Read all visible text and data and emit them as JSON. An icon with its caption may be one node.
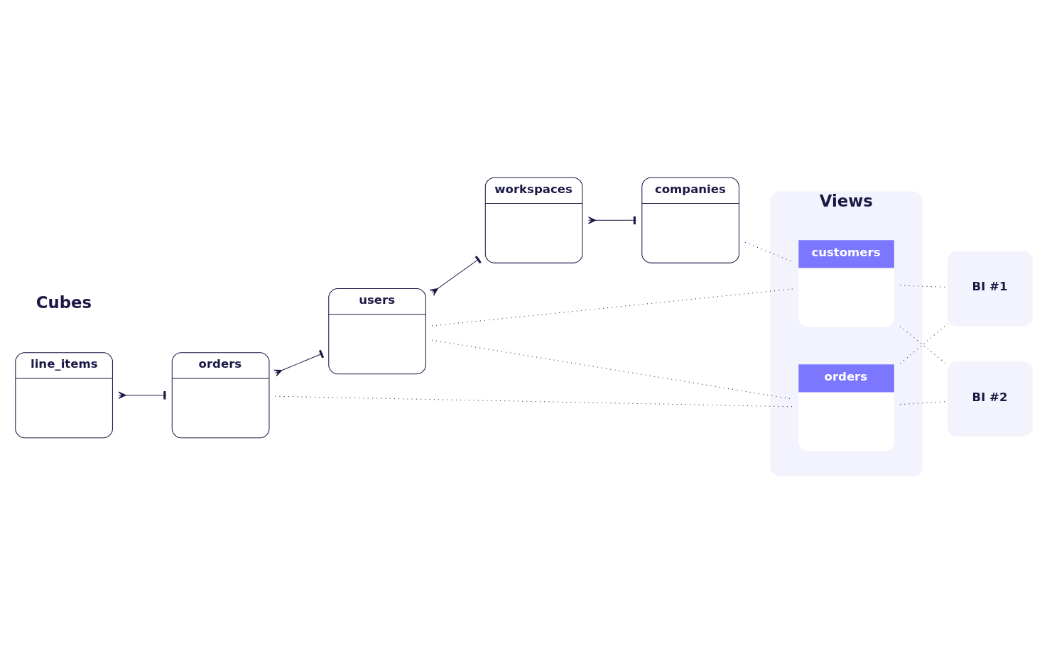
{
  "diagram": {
    "nodes": [
      {
        "text": [
          "orders"
        ]
      },
      {
        "text": [
          "line_items"
        ]
      },
      {
        "text": [
          "users"
        ]
      },
      {
        "text": [
          "workspaces"
        ]
      },
      {
        "text": [
          "companies"
        ]
      },
      {
        "text": [
          "Views"
        ]
      },
      {
        "text": [
          "customers"
        ],
        "in": 5
      },
      {
        "text": [
          "orders"
        ],
        "in": 5
      },
      {
        "text": [
          "BI #1"
        ]
      },
      {
        "text": [
          "BI #2"
        ]
      }
    ],
    "edges": [
      {
        "from": 1,
        "to": 0,
        "arrow": "other"
      },
      {
        "from": 0,
        "to": 2,
        "arrow": "other"
      },
      {
        "from": 2,
        "to": 3,
        "arrow": "other"
      },
      {
        "from": 3,
        "to": 4,
        "arrow": "other"
      },
      {
        "from": 0,
        "to": 7,
        "arrow": "none",
        "style": "dashed"
      },
      {
        "from": 2,
        "to": 6,
        "arrow": "none",
        "style": "dashed"
      },
      {
        "from": 2,
        "to": 7,
        "arrow": "none",
        "style": "dashed"
      },
      {
        "from": 4,
        "to": 6,
        "arrow": "none",
        "style": "dashed"
      },
      {
        "from": 6,
        "to": 8,
        "arrow": "none",
        "style": "dashed"
      },
      {
        "from": 6,
        "to": 9,
        "arrow": "none",
        "style": "dashed"
      },
      {
        "from": 7,
        "to": 8,
        "arrow": "none",
        "style": "dashed"
      },
      {
        "from": 7,
        "to": 9,
        "arrow": "none",
        "style": "dashed"
      }
    ],
    "labels": [
      "Cubes"
    ]
  }
}
